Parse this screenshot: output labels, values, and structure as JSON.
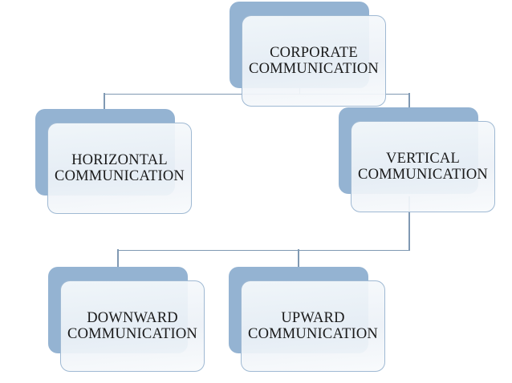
{
  "diagram": {
    "type": "hierarchy-org-chart",
    "background_color": "#ffffff",
    "node_style": {
      "back_box_color": "#94b3d2",
      "front_box_border_color": "#9ab5d1",
      "front_box_fill_top": "#f7fafc",
      "front_box_fill_bottom": "#e9eef4",
      "text_color": "#191919"
    },
    "connector_color": "#8099b3",
    "nodes": [
      {
        "id": "corporate-communication",
        "label": "CORPORATE COMMUNICATION",
        "lines": [
          "CORPORATE",
          "COMMUNICATION"
        ],
        "level": 1,
        "parent": null
      },
      {
        "id": "horizontal-communication",
        "label": "HORIZONTAL COMMUNICATION",
        "lines": [
          "HORIZONTAL",
          "COMMUNICATION"
        ],
        "level": 2,
        "parent": "corporate-communication"
      },
      {
        "id": "vertical-communication",
        "label": "VERTICAL COMMUNICATION",
        "lines": [
          "VERTICAL",
          "COMMUNICATION"
        ],
        "level": 2,
        "parent": "corporate-communication"
      },
      {
        "id": "downward-communication",
        "label": "DOWNWARD COMMUNICATION",
        "lines": [
          "DOWNWARD",
          "COMMUNICATION"
        ],
        "level": 3,
        "parent": "vertical-communication"
      },
      {
        "id": "upward-communication",
        "label": "UPWARD COMMUNICATION",
        "lines": [
          "UPWARD",
          "COMMUNICATION"
        ],
        "level": 3,
        "parent": "vertical-communication"
      }
    ]
  }
}
